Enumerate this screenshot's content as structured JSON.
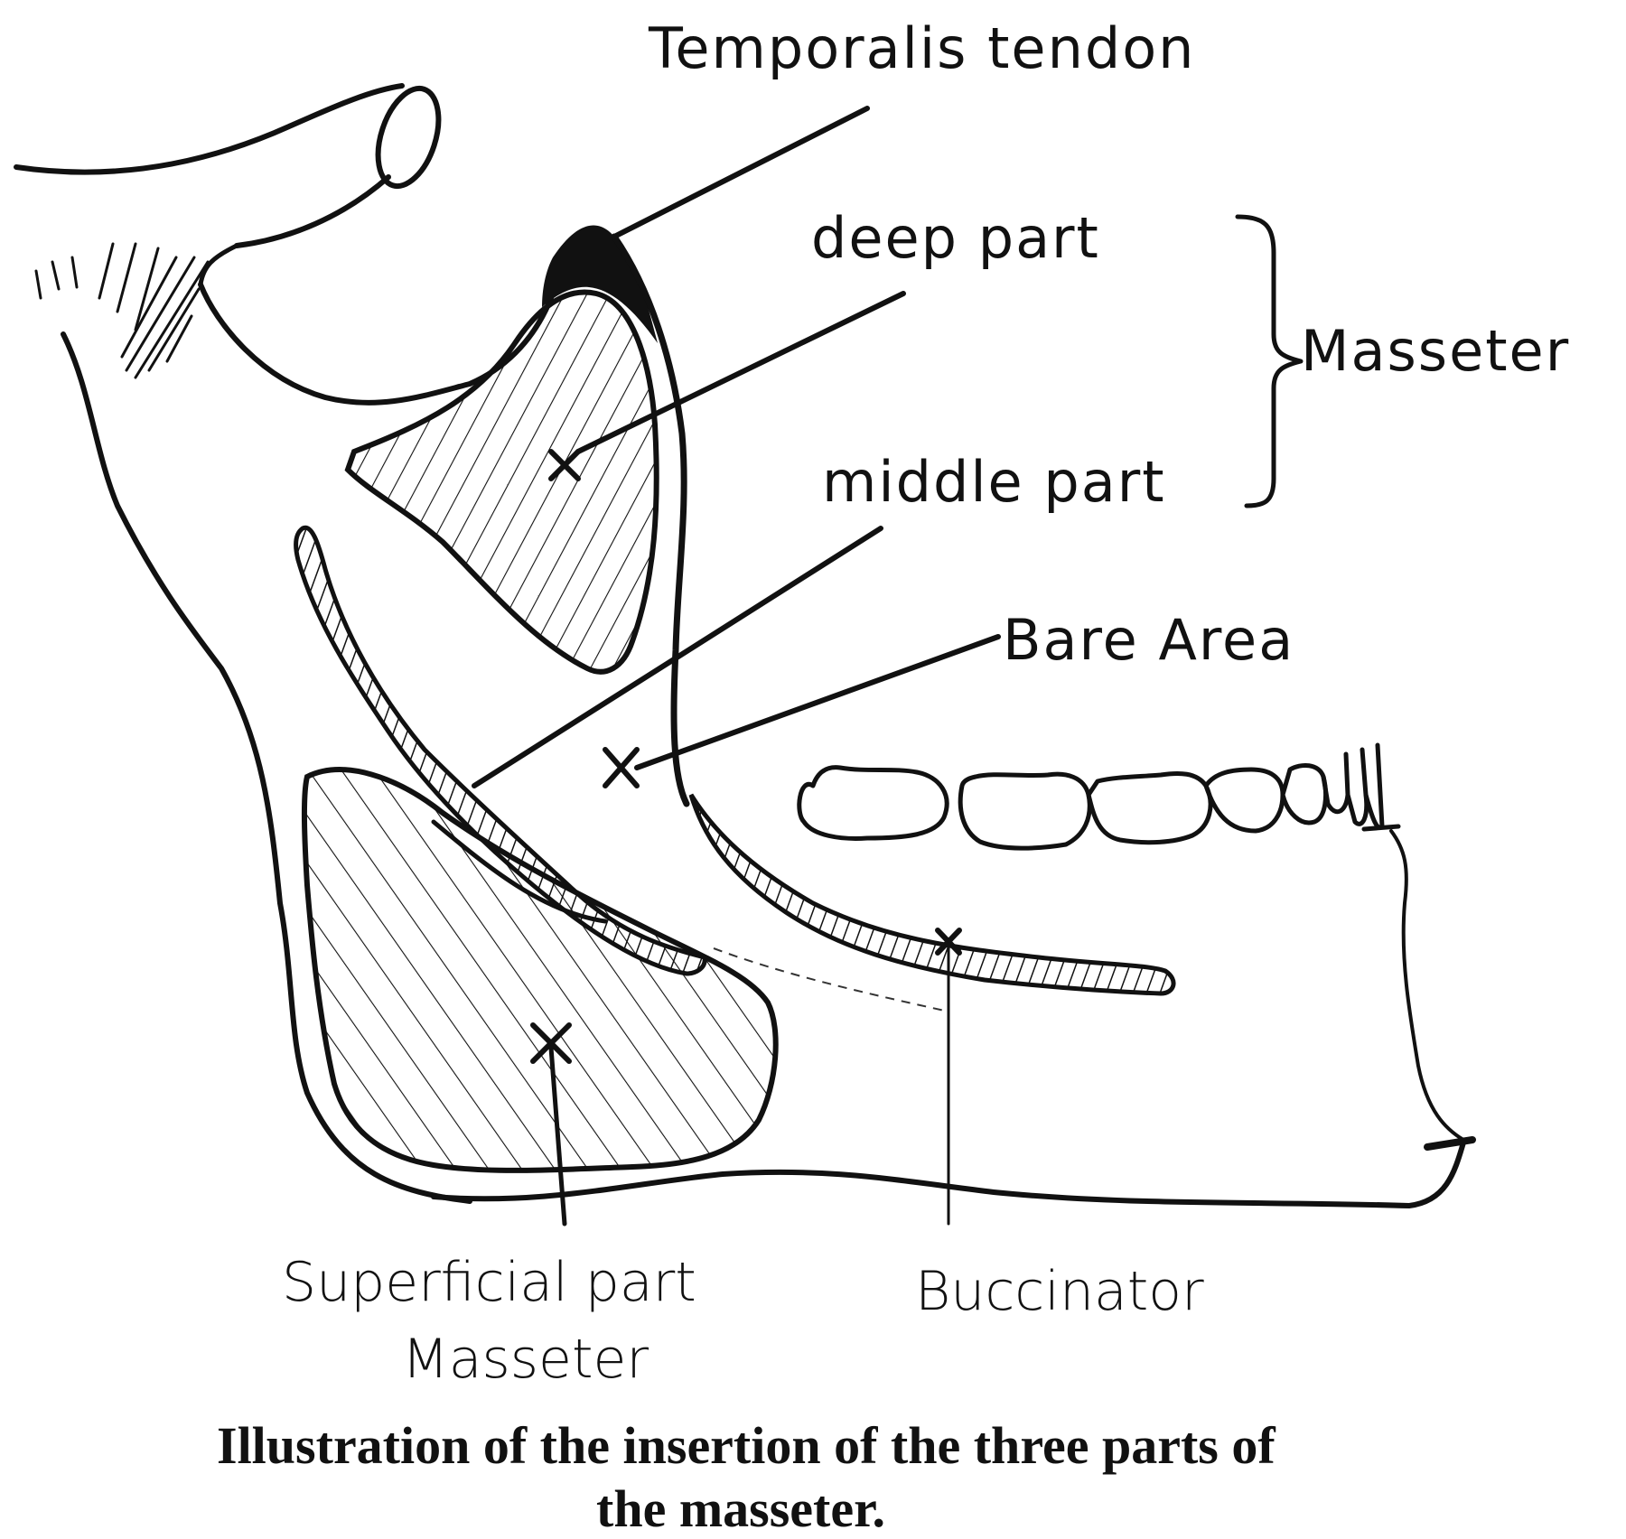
{
  "labels": {
    "temporalis_tendon": "Temporalis tendon",
    "deep_part": "deep part",
    "masseter_bracket": "Masseter",
    "middle_part": "middle part",
    "bare_area": "Bare Area",
    "superficial_part_line1": "Superficial part",
    "superficial_part_line2": "Masseter",
    "buccinator": "Buccinator"
  },
  "caption": {
    "line1": "Illustration of the insertion of the three parts of",
    "line2": "the masseter."
  }
}
